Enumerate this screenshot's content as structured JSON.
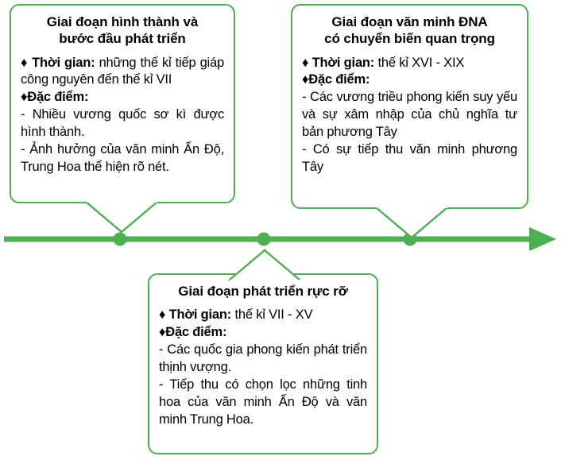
{
  "diagram": {
    "type": "timeline",
    "accent_color": "#4CAF50",
    "text_color": "#000000",
    "background": "#ffffff",
    "axis": {
      "label": "timeline-arrow",
      "direction": "left-to-right",
      "node_count": 3
    }
  },
  "stages": [
    {
      "id": "stage-1",
      "position": "above",
      "title": "Giai đoạn hình thành và bước đầu phát triển",
      "title_lines": [
        "Giai đoạn hình thành và",
        "bước đầu phát triển"
      ],
      "time_bullet": "♦",
      "time_label": "Thời gian:",
      "time_value": "những thế kỉ tiếp giáp công nguyên đến thế kỉ VII",
      "feature_bullet": "♦",
      "feature_label": "Đặc điểm:",
      "features": [
        "- Nhiều vương quốc sơ kì được hình thành.",
        "- Ảnh hưởng của văn minh Ấn Độ, Trung Hoa thể hiện rõ nét."
      ]
    },
    {
      "id": "stage-2",
      "position": "below",
      "title": "Giai đoạn phát triển rực rỡ",
      "title_lines": [
        "Giai đoạn phát triển rực rỡ"
      ],
      "time_bullet": "♦",
      "time_label": "Thời gian:",
      "time_value": "thế kỉ VII - XV",
      "feature_bullet": "♦",
      "feature_label": "Đặc điểm:",
      "features": [
        "- Các quốc gia phong kiến phát triển thịnh vượng.",
        "- Tiếp thu có chọn lọc những tinh hoa của văn minh Ấn Độ và văn minh Trung Hoa."
      ]
    },
    {
      "id": "stage-3",
      "position": "above",
      "title": "Giai đoạn văn minh ĐNA có chuyển biến quan trọng",
      "title_lines": [
        "Giai đoạn văn minh ĐNA",
        "có chuyển biến quan trọng"
      ],
      "time_bullet": "♦",
      "time_label": "Thời gian:",
      "time_value": "thế kỉ XVI - XIX",
      "feature_bullet": "♦",
      "feature_label": "Đặc điểm:",
      "features": [
        "- Các vương triều phong kiến suy yếu và sự xâm nhập của chủ nghĩa tư bản phương Tây",
        "- Có sự tiếp thu văn minh phương Tây"
      ]
    }
  ]
}
